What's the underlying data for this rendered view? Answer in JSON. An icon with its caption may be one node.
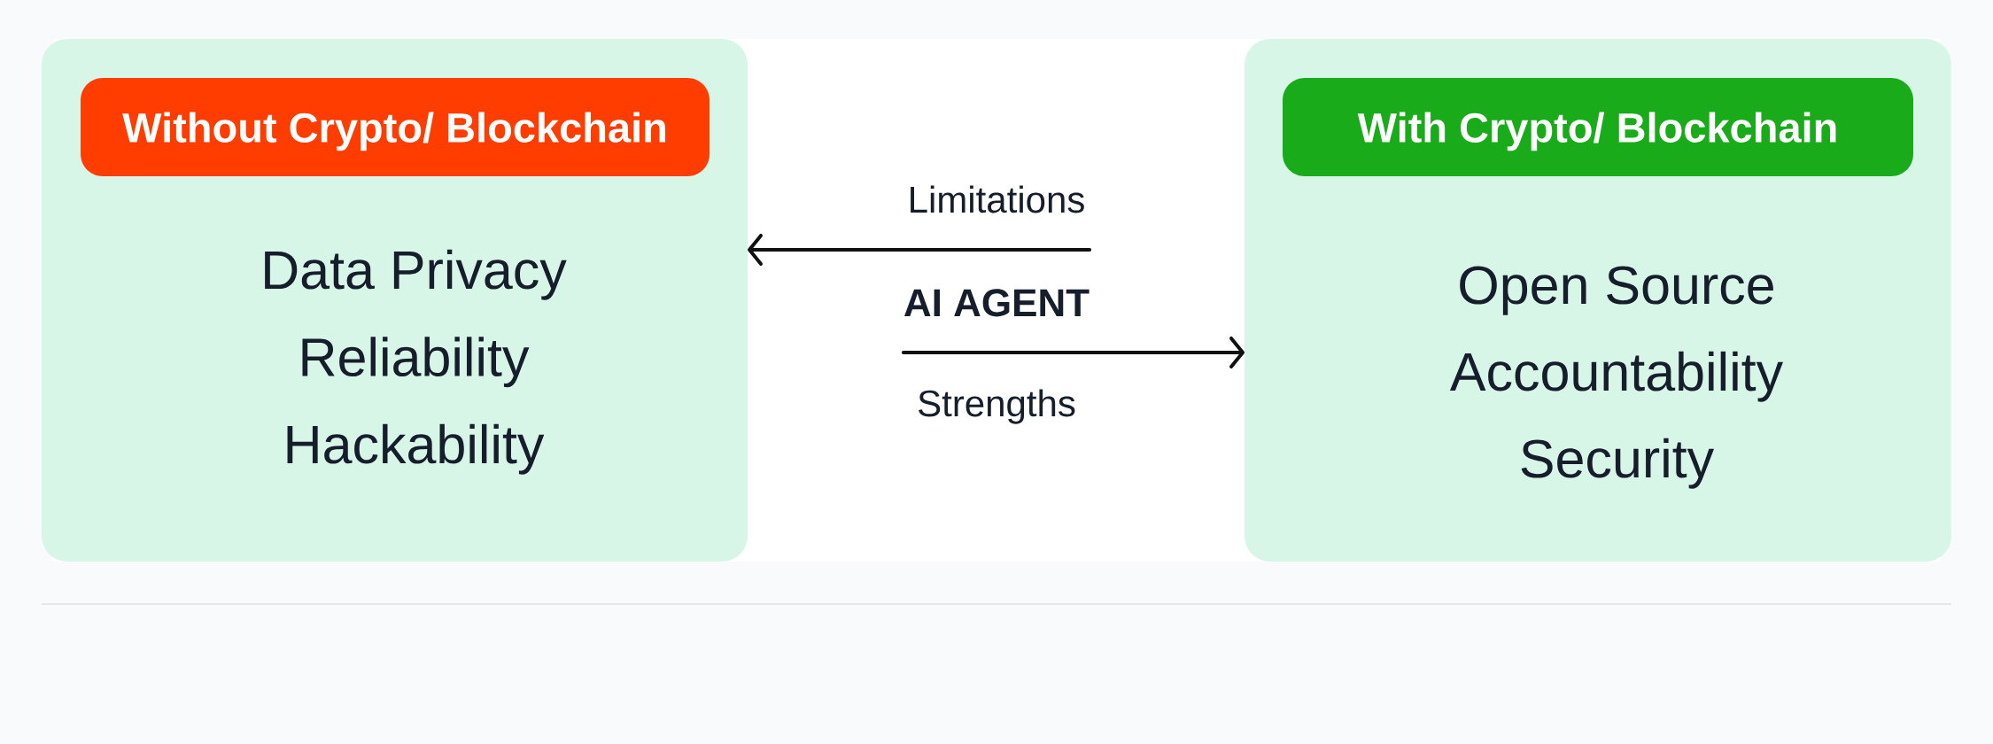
{
  "diagram": {
    "nodes": [
      {
        "text": [
          "Data Privacy",
          "Reliability",
          "Hackability"
        ]
      },
      {
        "text": [
          "Without Crypto/ Blockchain"
        ],
        "in": 0
      },
      {
        "text": [
          "AI AGENT"
        ]
      },
      {
        "text": [
          "Open Source",
          "Accountability",
          "Security"
        ]
      },
      {
        "text": [
          "With Crypto/ Blockchain"
        ],
        "in": 3
      }
    ],
    "edges": [
      {
        "from": 2,
        "to": 0,
        "arrow": "to",
        "label": "Limitations"
      },
      {
        "from": 2,
        "to": 3,
        "arrow": "to",
        "label": "Strengths"
      }
    ]
  }
}
